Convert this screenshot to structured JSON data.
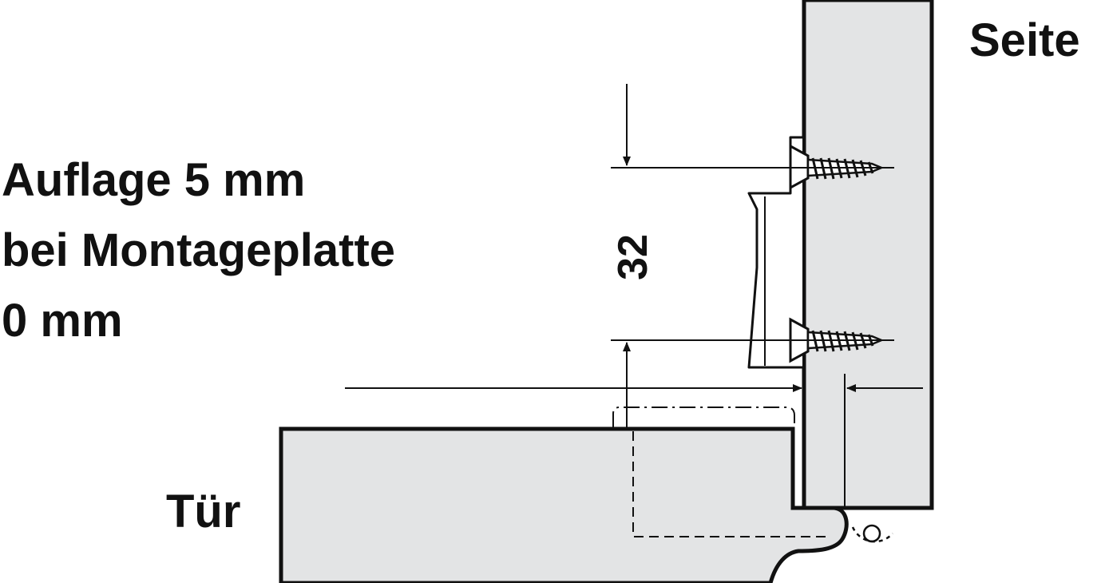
{
  "labels": {
    "side": "Seite",
    "door": "Tür",
    "caption_line_1": "Auflage 5 mm",
    "caption_line_2": "bei Montageplatte",
    "caption_line_3": "0 mm",
    "dimension_32": "32"
  },
  "colors": {
    "panel_fill": "#e3e4e5",
    "line": "#111111",
    "background": "#ffffff"
  }
}
